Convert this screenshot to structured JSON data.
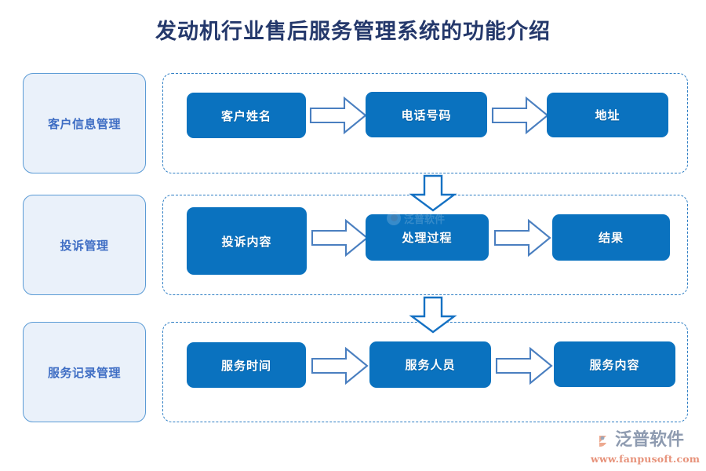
{
  "title": "发动机行业售后服务管理系统的功能介绍",
  "colors": {
    "title": "#24386b",
    "step_fill": "#0a72bf",
    "step_text": "#ffffff",
    "panel_fill": "#eaf1fa",
    "panel_border": "#5b9bd5",
    "panel_text": "#3f6ec4",
    "dashed_border": "#2e7ec4",
    "arrow_stroke": "#4a7fc0",
    "v_arrow_stroke": "#1571c3",
    "logo_name": "#8e9bb0",
    "logo_url": "#e7927a"
  },
  "rows": [
    {
      "category": "客户信息管理",
      "steps": [
        "客户姓名",
        "电话号码",
        "地址"
      ],
      "arrows": [
        "arrow-right-icon",
        "arrow-right-icon"
      ]
    },
    {
      "category": "投诉管理",
      "steps": [
        "投诉内容",
        "处理过程",
        "结果"
      ],
      "arrows": [
        "arrow-right-icon",
        "arrow-right-icon"
      ]
    },
    {
      "category": "服务记录管理",
      "steps": [
        "服务时间",
        "服务人员",
        "服务内容"
      ],
      "arrows": [
        "arrow-right-icon",
        "arrow-right-icon"
      ]
    }
  ],
  "row_connectors": [
    "arrow-down-icon",
    "arrow-down-icon"
  ],
  "watermark": {
    "name": "泛普软件",
    "mark": "fanpu-logo-icon"
  },
  "logo": {
    "name": "泛普软件",
    "url": "www.fanpusoft.com",
    "mark": "fanpu-logo-icon"
  }
}
